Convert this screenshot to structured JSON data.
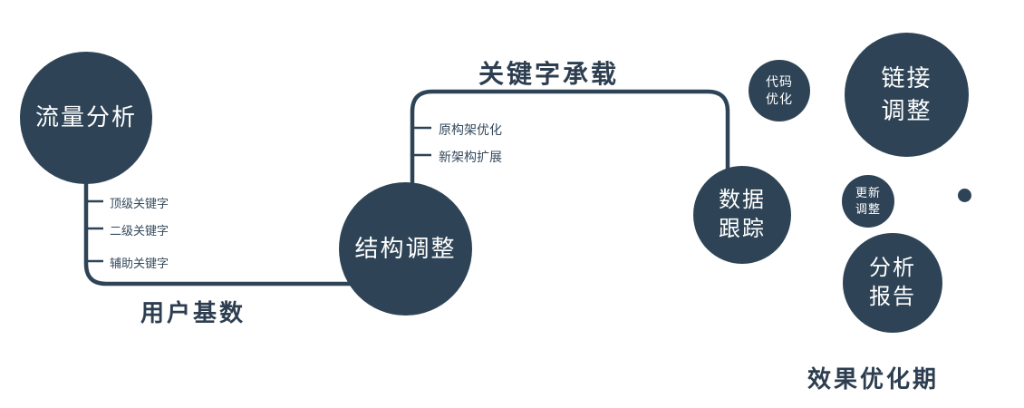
{
  "colors": {
    "primary": "#2e4456",
    "node_text": "#ffffff",
    "label_text": "#2d3e50"
  },
  "nodes": {
    "traffic": {
      "label": "流量分析"
    },
    "structure": {
      "label": "结构调整"
    },
    "tracking": {
      "line1": "数据",
      "line2": "跟踪"
    },
    "code": {
      "line1": "代码",
      "line2": "优化"
    },
    "link": {
      "line1": "链接",
      "line2": "调整"
    },
    "update": {
      "line1": "更新",
      "line2": "调整"
    },
    "report": {
      "line1": "分析",
      "line2": "报告"
    }
  },
  "edge_labels": {
    "user_base": "用户基数",
    "keyword_load": "关键字承载",
    "effect_phase": "效果优化期"
  },
  "branches": {
    "traffic_keywords": [
      "顶级关键字",
      "二级关键字",
      "辅助关键字"
    ],
    "structure_items": [
      "原构架优化",
      "新架构扩展"
    ]
  }
}
